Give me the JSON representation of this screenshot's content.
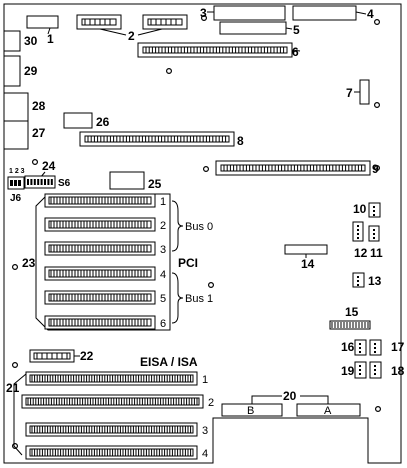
{
  "diagram": {
    "components": {
      "c1": "1",
      "c2": "2",
      "c3": "3",
      "c4": "4",
      "c5": "5",
      "c6": "6",
      "c7": "7",
      "c8": "8",
      "c9": "9",
      "c10": "10",
      "c11": "11",
      "c12": "12",
      "c13": "13",
      "c14": "14",
      "c15": "15",
      "c16": "16",
      "c17": "17",
      "c18": "18",
      "c19": "19",
      "c20": "20",
      "c21": "21",
      "c22": "22",
      "c23": "23",
      "c24": "24",
      "c25": "25",
      "c26": "26",
      "c27": "27",
      "c28": "28",
      "c29": "29",
      "c30": "30"
    },
    "jumper_pins": "1 2 3",
    "jumper_j6": "J6",
    "switch_s6": "S6",
    "pci": {
      "label": "PCI",
      "bus0": "Bus 0",
      "bus1": "Bus 1",
      "slot_numbers": [
        "1",
        "2",
        "3",
        "4",
        "5",
        "6"
      ]
    },
    "eisa": {
      "label": "EISA / ISA",
      "slot_numbers": [
        "1",
        "2",
        "3",
        "4"
      ]
    },
    "riser": {
      "a": "A",
      "b": "B"
    }
  }
}
